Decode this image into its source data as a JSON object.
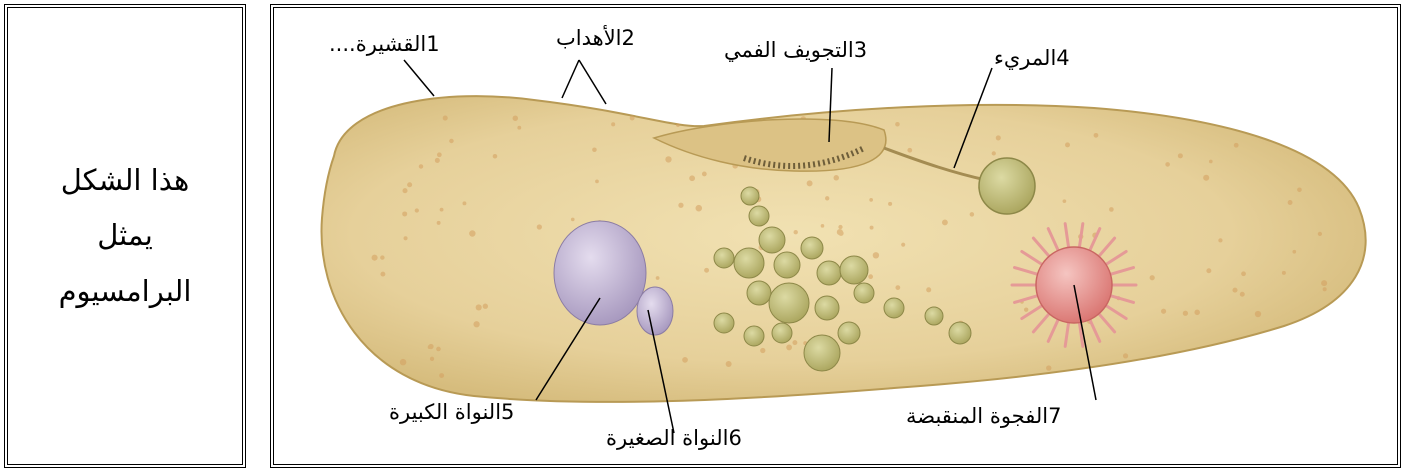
{
  "caption": {
    "lines": [
      "هذا الشكل",
      "يمثل",
      "البرامسيوم"
    ]
  },
  "labels": [
    {
      "num": "1",
      "text": "القشيرة...."
    },
    {
      "num": "2",
      "text": "الأهداب"
    },
    {
      "num": "3",
      "text": "التجويف الفمي"
    },
    {
      "num": "4",
      "text": "المريء"
    },
    {
      "num": "5",
      "text": "النواة الكبيرة"
    },
    {
      "num": "6",
      "text": "النواة الصغيرة"
    },
    {
      "num": "7",
      "text": "الفجوة المنقبضة"
    }
  ],
  "colors": {
    "cell_body": "#e9d6a0",
    "cell_edge": "#b89a55",
    "macronucleus": "#b7a9c9",
    "micronucleus": "#a899c0",
    "food_vacuole": "#c5c27c",
    "contractile_vacuole": "#e59a97",
    "cilia": "#8f8060"
  }
}
